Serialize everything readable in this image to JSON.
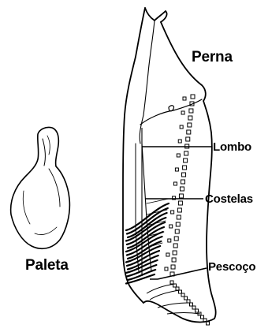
{
  "labels": {
    "perna": "Perna",
    "lombo": "Lombo",
    "costelas": "Costelas",
    "paleta": "Paleta",
    "pescoco": "Pescoço"
  },
  "colors": {
    "ink": "#000000",
    "paper": "#ffffff"
  }
}
